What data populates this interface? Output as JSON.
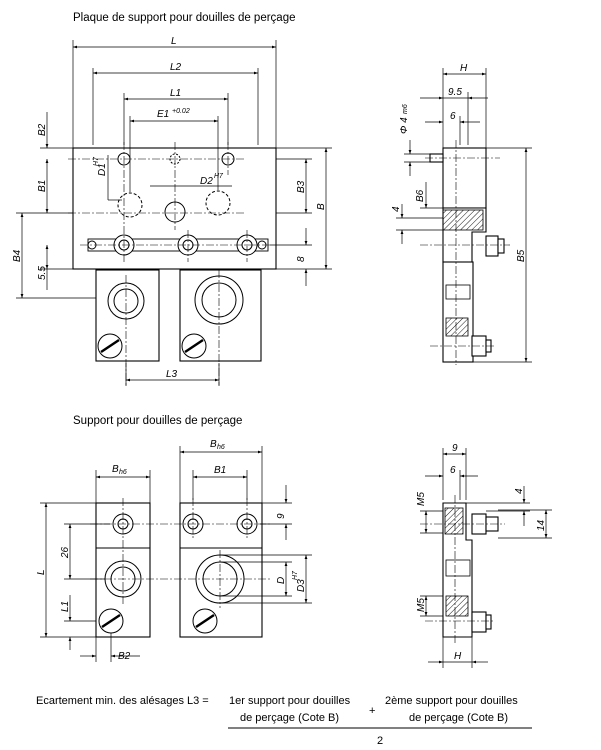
{
  "titles": {
    "top": "Plaque de support pour douilles de perçage",
    "bottom": "Support pour douilles de perçage"
  },
  "top_front": {
    "L": "L",
    "L2": "L2",
    "L1": "L1",
    "E1": "E1",
    "E1_tol": "+0.02",
    "B2": "B2",
    "D1": "D1",
    "D1_fit": "H7",
    "B1": "B1",
    "D2": "D2",
    "D2_fit": "H7",
    "B3": "B3",
    "B": "B",
    "B4": "B4",
    "d55": "5.5",
    "d8": "8",
    "L3": "L3"
  },
  "top_side": {
    "H": "H",
    "d95": "9.5",
    "d6": "6",
    "phi4": "Φ 4",
    "phi4_fit": "m6",
    "B6": "B6",
    "d4": "4",
    "B5": "B5"
  },
  "bottom_front": {
    "Bh6": "B",
    "Bh6_fit": "h6",
    "B1": "B1",
    "L": "L",
    "d26": "26",
    "L1": "L1",
    "B2": "B2",
    "d9": "9",
    "D": "D",
    "D3": "D3",
    "D3_fit": "H7"
  },
  "bottom_side": {
    "d9": "9",
    "d6": "6",
    "M5a": "M5",
    "d4": "4",
    "d14": "14",
    "M5b": "M5",
    "H": "H"
  },
  "formula": {
    "lhs": "Ecartement min. des alésages L3 =",
    "t1a": "1er support pour douilles",
    "t1b": "de perçage (Cote B)",
    "plus": "+",
    "t2a": "2ème support pour douilles",
    "t2b": "de perçage (Cote B)",
    "den": "2"
  }
}
